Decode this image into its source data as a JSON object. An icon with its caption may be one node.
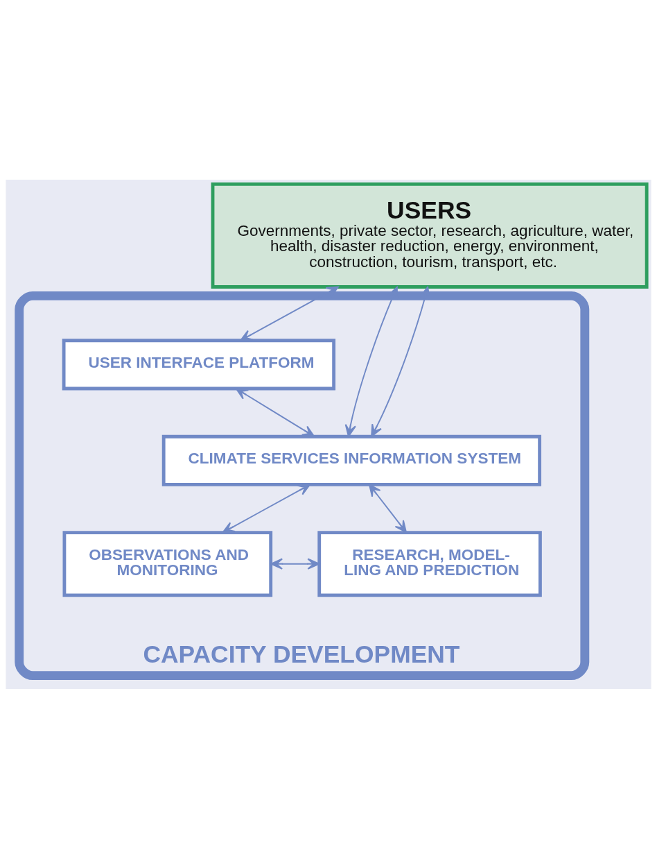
{
  "diagram": {
    "nodes": [
      {
        "text": [
          "USERS",
          "Governments, private sector, research, agriculture, water, health, disaster reduction, energy, environment, construction, tourism, transport, etc."
        ]
      },
      {
        "text": [
          "CAPACITY DEVELOPMENT"
        ]
      },
      {
        "text": [
          "USER INTERFACE PLATFORM"
        ],
        "in": 1
      },
      {
        "text": [
          "CLIMATE SERVICES INFORMATION SYSTEM"
        ],
        "in": 1
      },
      {
        "text": [
          "OBSERVATIONS AND MONITORING"
        ],
        "in": 1
      },
      {
        "text": [
          "RESEARCH, MODEL- LING AND PREDICTION"
        ],
        "in": 1
      }
    ],
    "edges": [
      {
        "from": 0,
        "to": 3,
        "arrow": "both"
      },
      {
        "from": 0,
        "to": 2,
        "arrow": "both"
      },
      {
        "from": 0,
        "to": 3,
        "arrow": "both"
      },
      {
        "from": 2,
        "to": 3,
        "arrow": "both"
      },
      {
        "from": 3,
        "to": 4,
        "arrow": "both"
      },
      {
        "from": 3,
        "to": 5,
        "arrow": "both"
      },
      {
        "from": 4,
        "to": 5,
        "arrow": "both"
      }
    ]
  }
}
